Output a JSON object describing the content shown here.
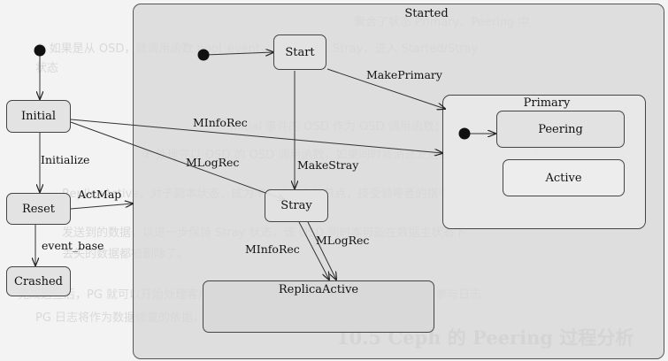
{
  "background_text": {
    "lines": [
      "聚合了状态 Primary、Peering 中",
      "① 如果是从 OSD，就调用函数 pool_event，然后再转入 Stray，进入 Started/Stray",
      "状态",
      "Initial 事件的 OSD 作为 OSD 调用函数；提供 OSD 就进入到 Started 状态",
      "② 处理完以 OSD 的 OSD 调用函数，如果同时将消息发送给 Replica 的 PG 状态",
      "ReplicaActive。对于副本状态，成为 PG 的一个从节点，接受领导者的指令，同步完成",
      "发送到的数据，以进一步保持 Stray 状态，该 OSD 同时本可能在数据主状态下",
      "丢失的数据都被删除了。",
      "完成这些后，PG 就可以开始处理客户端请求了。Ceph 设置中一种日志 (pg_log) 参与日志",
      "PG 日志将作为数据修复的依据。"
    ],
    "heading": "10.5 Ceph 的 Peering 过程分析"
  },
  "diagram": {
    "composite_started": "Started",
    "composite_primary": "Primary",
    "states": {
      "initial": "Initial",
      "reset": "Reset",
      "crashed": "Crashed",
      "start": "Start",
      "stray": "Stray",
      "replica_active": "ReplicaActive",
      "peering": "Peering",
      "active": "Active"
    },
    "transitions": {
      "initialize": "Initialize",
      "actmap": "ActMap",
      "event_base": "event_base",
      "make_primary": "MakePrimary",
      "make_stray": "MakeStray",
      "minforec_initial": "MInfoRec",
      "mlogrec_initial": "MLogRec",
      "minforec_stray": "MInfoRec",
      "mlogrec_stray": "MLogRec"
    }
  }
}
